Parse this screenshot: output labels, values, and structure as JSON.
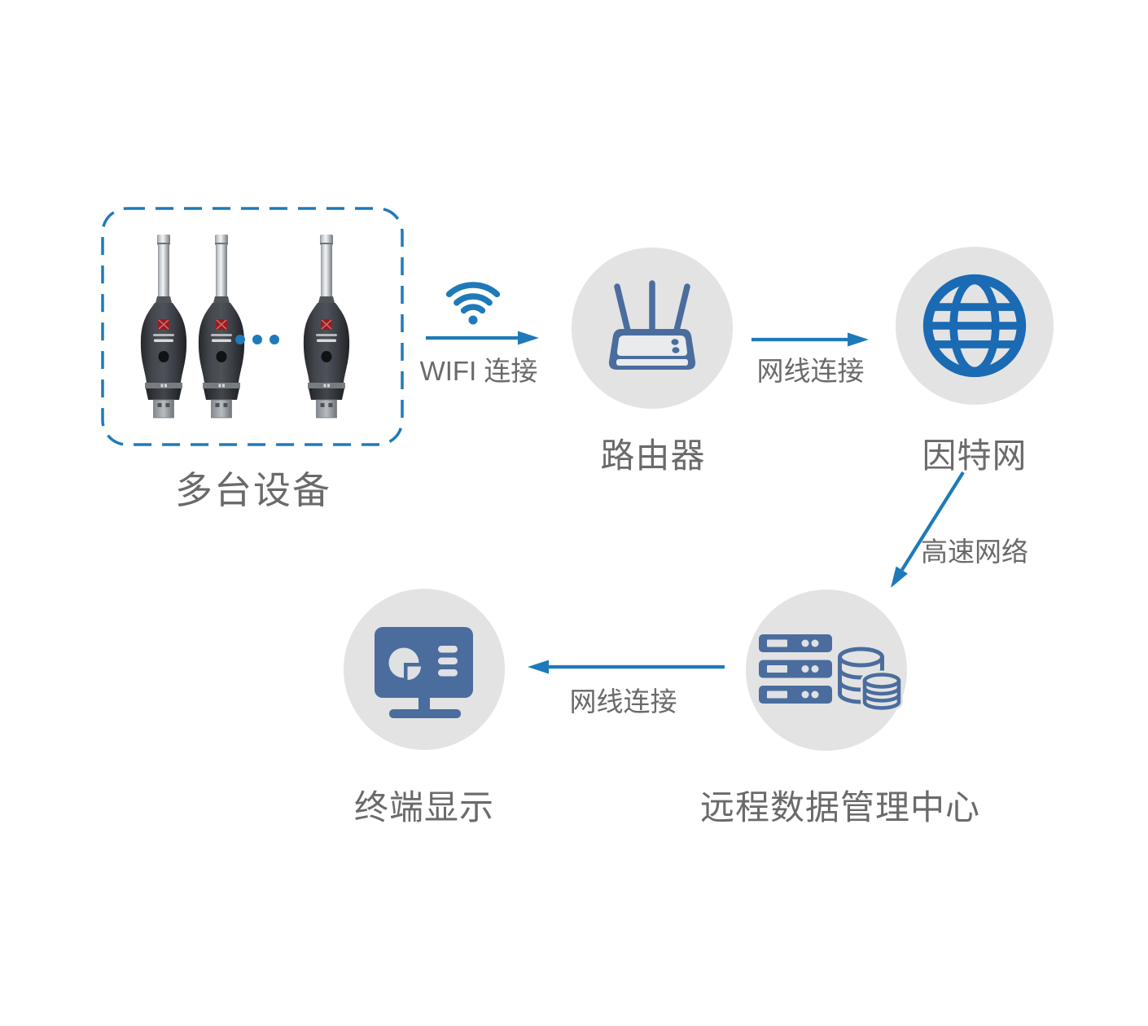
{
  "diagram": {
    "type": "network-topology-flow",
    "colors": {
      "accent_blue": "#1e7ab8",
      "steel_blue": "#4a6d9e",
      "globe_blue": "#1a6ab4",
      "node_circle_gray": "#e3e3e3",
      "icon_cutout_gray": "#e0e2e4",
      "label_gray": "#6a6a6a",
      "canvas_bg": "#ffffff"
    }
  },
  "devices_group": {
    "label": "多台设备",
    "device_count": 3,
    "ellipsis": "•••",
    "device_image": "sound-sensor-usb-device",
    "border_style": "blue-dashed-rounded"
  },
  "nodes": [
    {
      "id": "router",
      "label": "路由器",
      "icon": "router-icon"
    },
    {
      "id": "internet",
      "label": "因特网",
      "icon": "globe-icon"
    },
    {
      "id": "data_center",
      "label": "远程数据管理中心",
      "icon": "server-database-icon"
    },
    {
      "id": "terminal",
      "label": "终端显示",
      "icon": "monitor-dashboard-icon"
    }
  ],
  "connections": [
    {
      "id": "wifi",
      "from": "devices",
      "to": "router",
      "label": "WIFI 连接",
      "icon": "wifi-icon",
      "direction": "right"
    },
    {
      "id": "ethernet1",
      "from": "router",
      "to": "internet",
      "label": "网线连接",
      "direction": "right"
    },
    {
      "id": "highspeed",
      "from": "internet",
      "to": "data_center",
      "label": "高速网络",
      "direction": "down-left"
    },
    {
      "id": "ethernet2",
      "from": "data_center",
      "to": "terminal",
      "label": "网线连接",
      "direction": "left"
    }
  ]
}
